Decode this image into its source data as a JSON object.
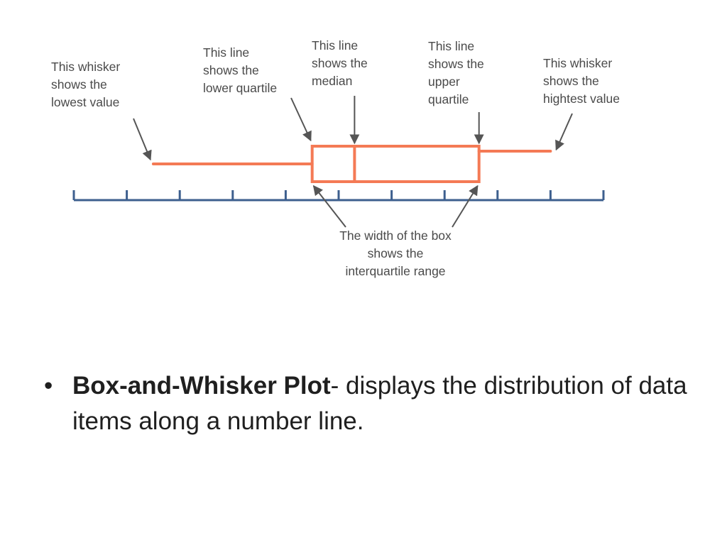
{
  "colors": {
    "plot": "#f47a55",
    "axis": "#3d5f8e",
    "arrow": "#555555",
    "annotation_text": "#4a4a4a",
    "bullet_text": "#1f1f1f"
  },
  "diagram": {
    "number_line": {
      "min": 0,
      "max": 10,
      "tick_count": 11
    },
    "plot_values": {
      "lowest": 1.5,
      "lower_quartile": 4.5,
      "median": 5.3,
      "upper_quartile": 7.65,
      "highest": 9.0
    },
    "annotations": {
      "lowest": "This whisker\nshows the\nlowest value",
      "lower_quartile": "This line\nshows the\nlower quartile",
      "median": "This line\nshows the\nmedian",
      "upper_quartile": "This line\nshows the\nupper\nquartile",
      "highest": "This whisker\nshows the\nhightest value",
      "iqr": "The width of the box\nshows the\ninterquartile range"
    }
  },
  "bullet": {
    "symbol": "•",
    "term": "Box-and-Whisker Plot",
    "description": "- displays the distribution of data items along a number line."
  }
}
